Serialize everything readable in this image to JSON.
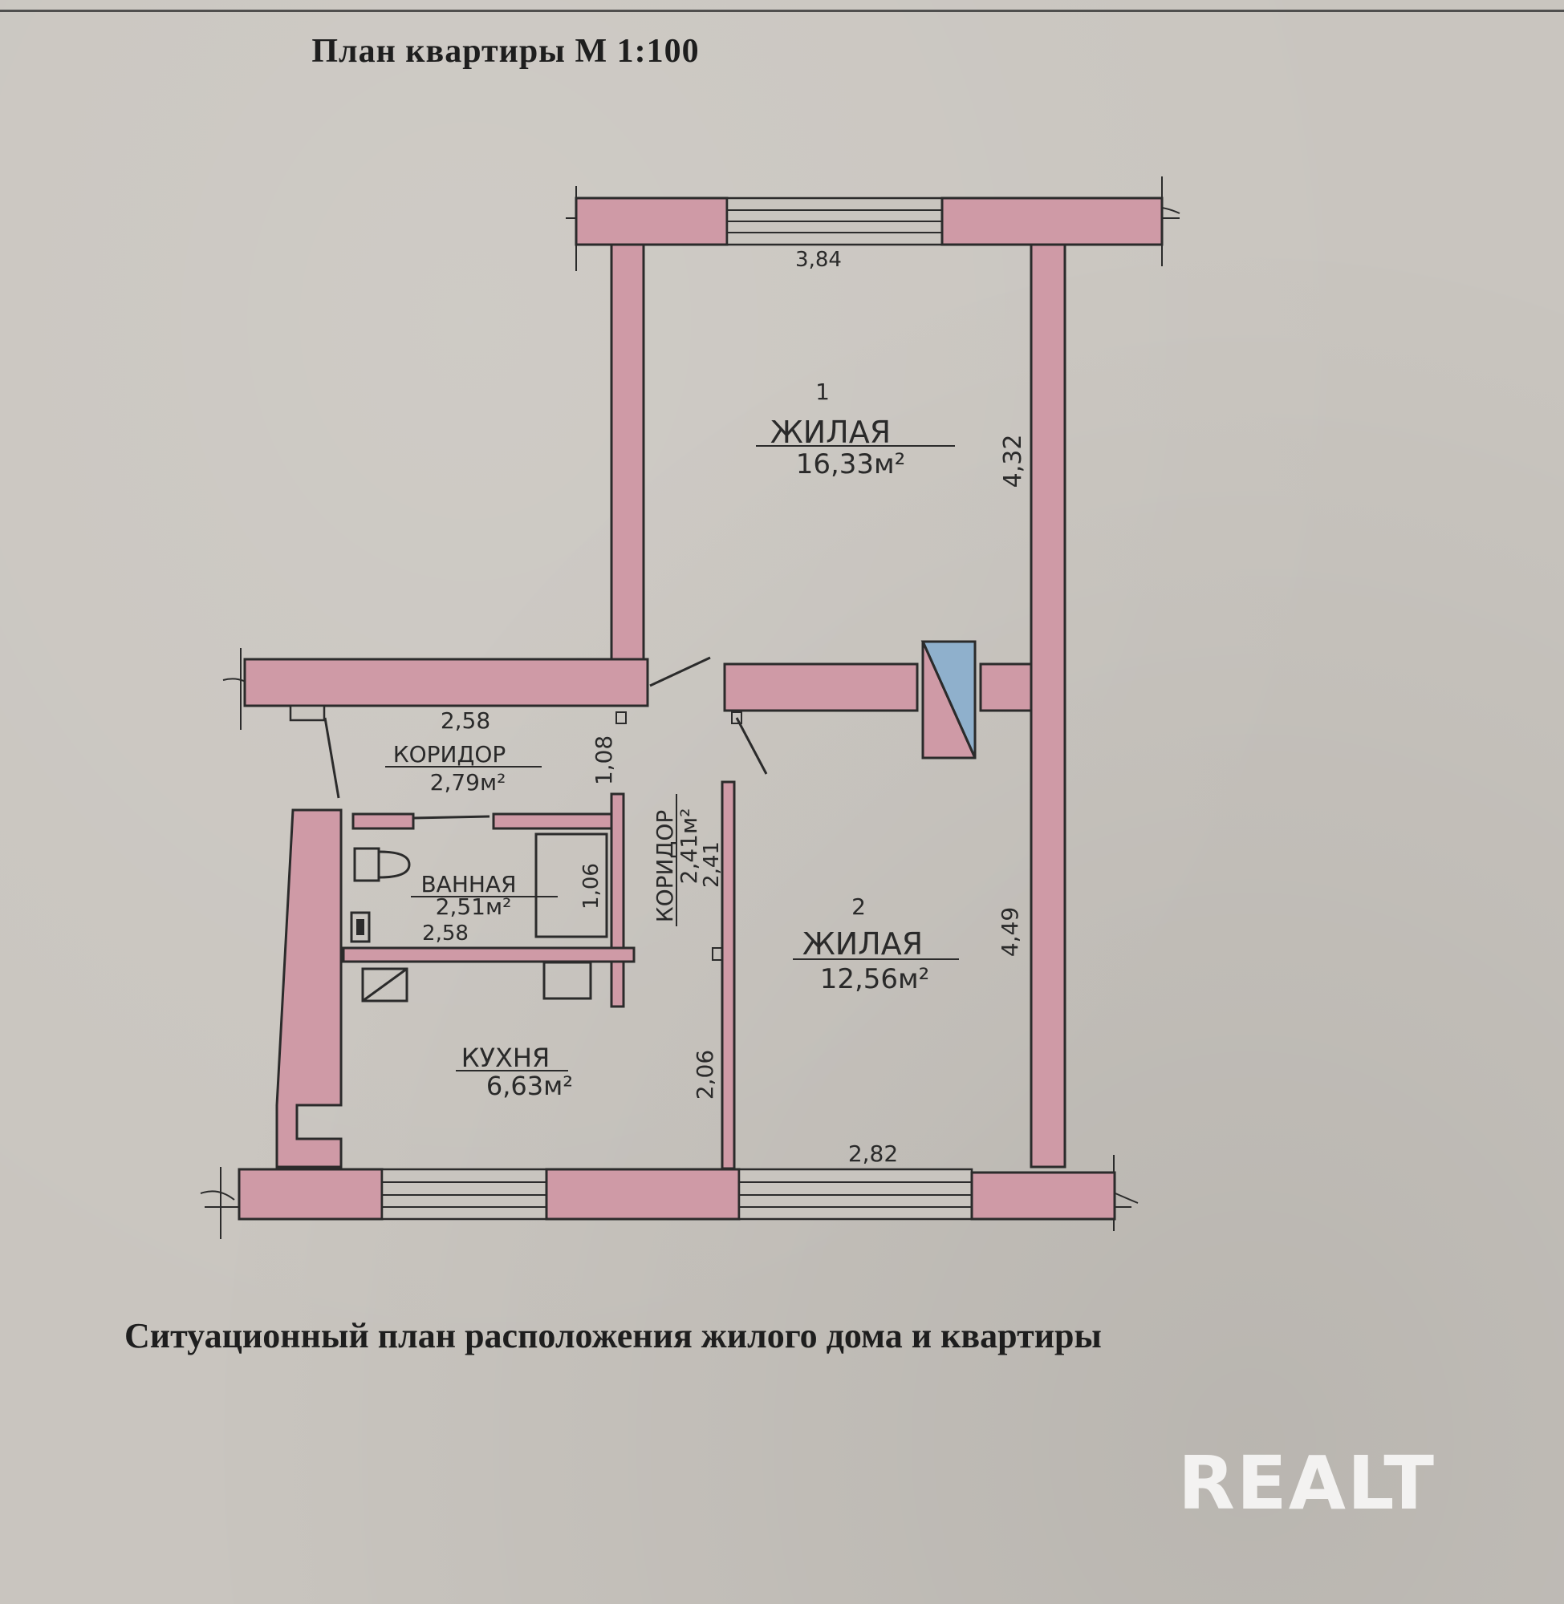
{
  "title": "План квартиры М 1:100",
  "caption": "Ситуационный план расположения   жилого дома и квартиры",
  "logo": "REALT",
  "colors": {
    "wall_fill": "#cf9aa6",
    "wall_stroke": "#2b2b2b",
    "chimney_blue": "#8fb0cc",
    "paper": "#c9c5bf"
  },
  "rooms": [
    {
      "number": "1",
      "name": "ЖИЛАЯ",
      "area": "16,33м²"
    },
    {
      "number": "2",
      "name": "ЖИЛАЯ",
      "area": "12,56м²"
    },
    {
      "number": "",
      "name": "КОРИДОР",
      "area": "2,79м²"
    },
    {
      "number": "",
      "name": "ВАННАЯ",
      "area": "2,51м²"
    },
    {
      "number": "",
      "name": "КОРИДОР",
      "area": "2,41м²"
    },
    {
      "number": "",
      "name": "КУХНЯ",
      "area": "6,63м²"
    }
  ],
  "dimensions": {
    "top_width": "3,84",
    "room1_height": "4,32",
    "corridor_width": "2,58",
    "corridor_height": "1,08",
    "bath_width": "2,58",
    "bath_height": "1,06",
    "corridor2_length": "2,41",
    "kitchen_height": "2,06",
    "room2_width": "2,82",
    "room2_height": "4,49"
  }
}
